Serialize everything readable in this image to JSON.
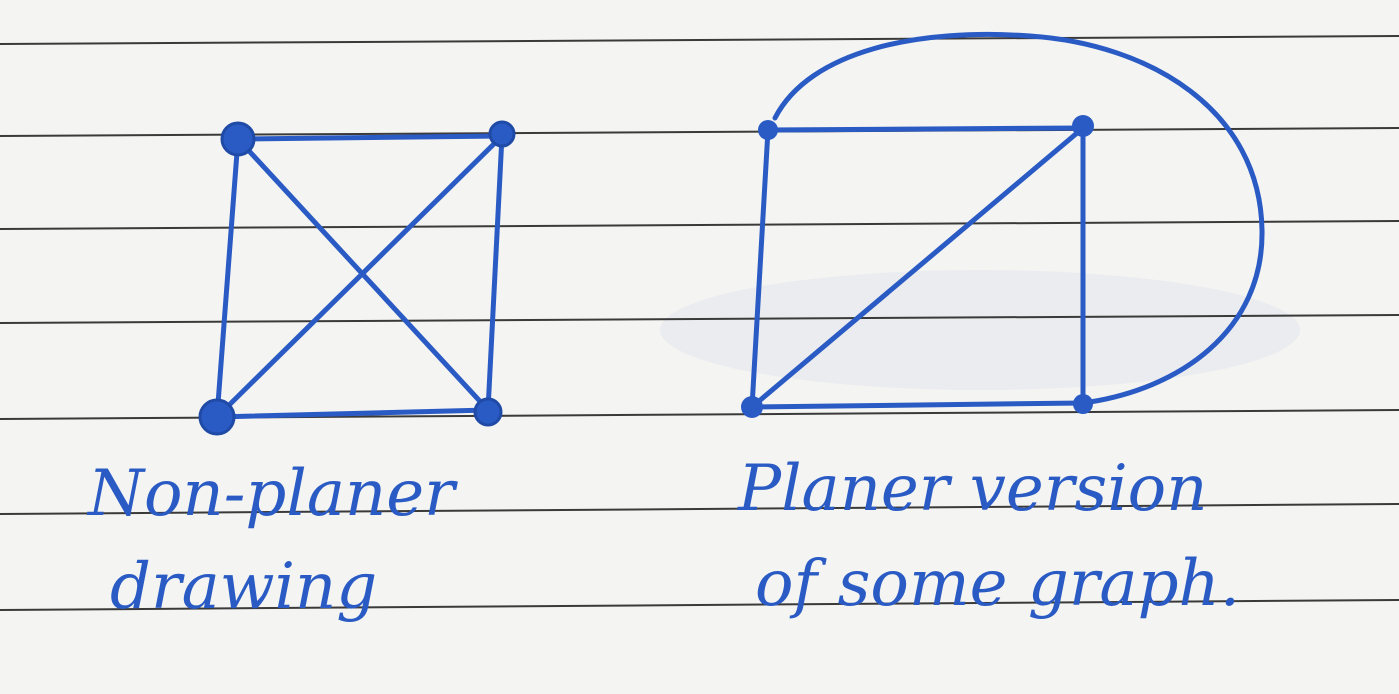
{
  "colors": {
    "paper": "#f4f4f2",
    "rule": "#2a2a2a",
    "ink": "#2a5bc4"
  },
  "captions": {
    "left_line1": "Non-planer",
    "left_line2": "drawing",
    "right_line1": "Planer version",
    "right_line2": "of some graph."
  }
}
